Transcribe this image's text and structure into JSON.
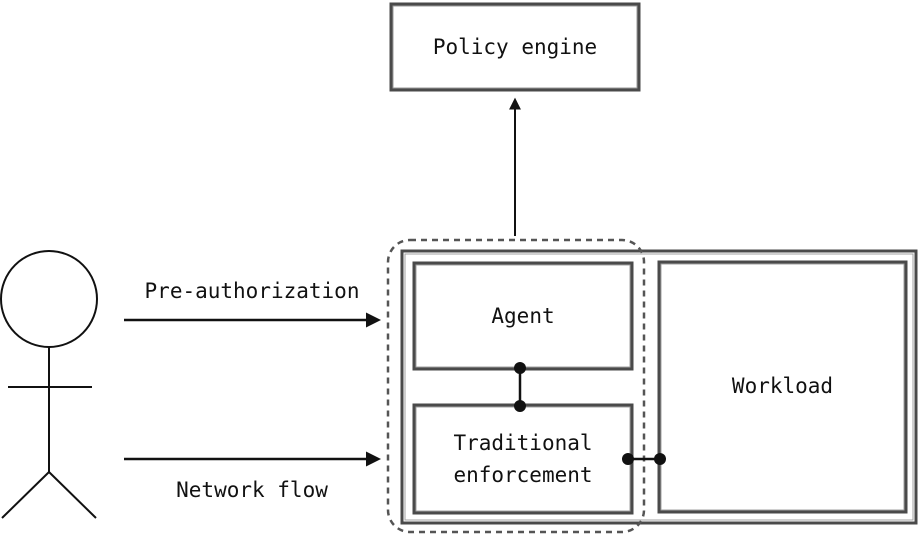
{
  "nodes": {
    "policy_engine": "Policy engine",
    "agent": "Agent",
    "traditional_enforcement_line1": "Traditional",
    "traditional_enforcement_line2": "enforcement",
    "workload": "Workload"
  },
  "edges": {
    "pre_authorization": "Pre-authorization",
    "network_flow": "Network flow"
  },
  "colors": {
    "box_stroke": "#4a4a4a",
    "dashed_stroke": "#555555",
    "arrow": "#111111"
  }
}
